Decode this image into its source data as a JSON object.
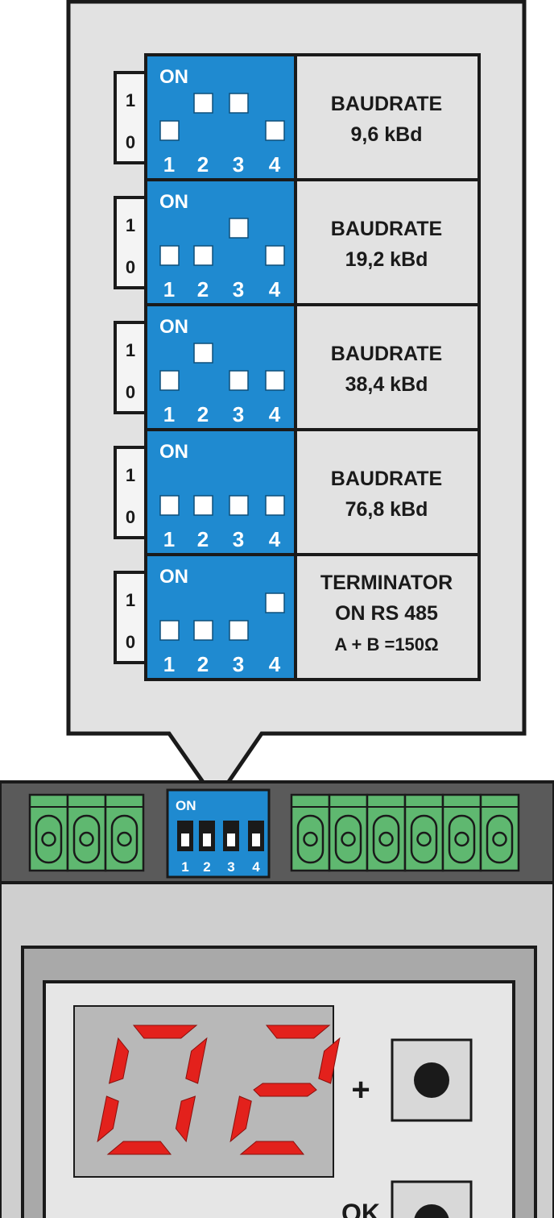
{
  "colors": {
    "dip_blue": "#1f8ad0",
    "panel_grey": "#e2e2e2",
    "housing_grey": "#cfcfcf",
    "dark_grey": "#5a5a5a",
    "terminal_green": "#5fb870",
    "segment_red": "#e3211c",
    "outline": "#1a1a1a"
  },
  "switch_scale": {
    "high": "1",
    "low": "0"
  },
  "on_label": "ON",
  "switch_numbers": [
    "1",
    "2",
    "3",
    "4"
  ],
  "rows": [
    {
      "states": [
        0,
        1,
        1,
        0
      ],
      "lines": [
        "BAUDRATE",
        "9,6 kBd"
      ]
    },
    {
      "states": [
        0,
        0,
        1,
        0
      ],
      "lines": [
        "BAUDRATE",
        "19,2 kBd"
      ]
    },
    {
      "states": [
        0,
        1,
        0,
        0
      ],
      "lines": [
        "BAUDRATE",
        "38,4 kBd"
      ]
    },
    {
      "states": [
        0,
        0,
        0,
        0
      ],
      "lines": [
        "BAUDRATE",
        "76,8 kBd"
      ]
    },
    {
      "states": [
        0,
        0,
        0,
        1
      ],
      "lines": [
        "TERMINATOR",
        "ON RS 485",
        "A + B =150Ω"
      ]
    }
  ],
  "device": {
    "dip_on_label": "ON",
    "dip_numbers": [
      "1",
      "2",
      "3",
      "4"
    ],
    "left_terminal_count": 3,
    "right_terminal_count": 6,
    "display_value": "02",
    "plus_label": "+",
    "ok_label": "OK"
  }
}
